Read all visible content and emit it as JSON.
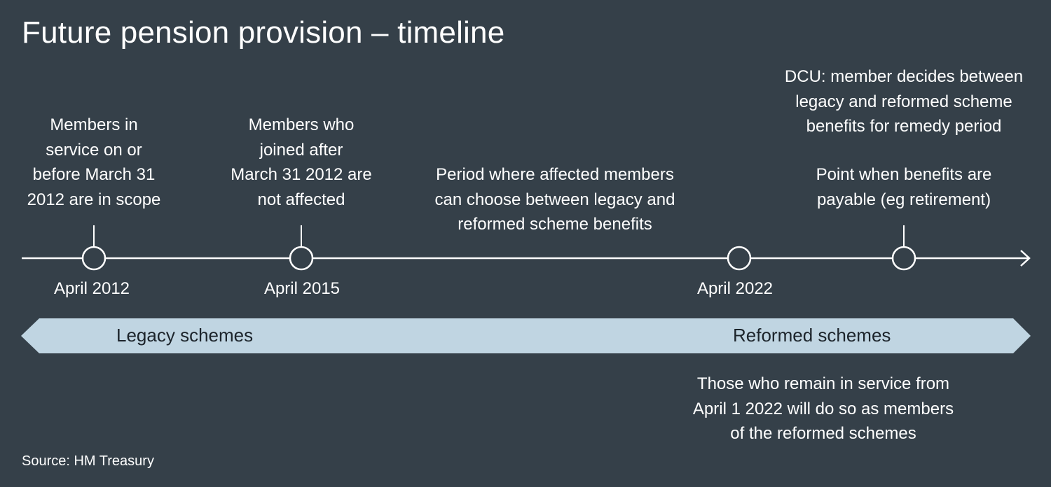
{
  "title": "Future pension provision – timeline",
  "source": "Source: HM Treasury",
  "annotations": {
    "april2012": "Members in\nservice on or\nbefore March 31\n2012 are in scope",
    "april2015": "Members who\njoined after\nMarch 31 2012 are\nnot affected",
    "period": "Period where affected members\ncan choose between legacy and\nreformed scheme benefits",
    "dcu": "DCU: member decides between\nlegacy and reformed scheme\nbenefits for remedy period",
    "payable": "Point when benefits are\npayable (eg retirement)",
    "reformed_from_2022": "Those who remain in service from\nApril 1 2022 will do so as members\nof the reformed schemes"
  },
  "milestones": [
    {
      "label": "April 2012"
    },
    {
      "label": "April 2015"
    },
    {
      "label": "April 2022"
    },
    {
      "label": ""
    }
  ],
  "bands": {
    "legacy": "Legacy schemes",
    "reformed": "Reformed schemes"
  },
  "colors": {
    "background": "#354049",
    "band": "#c0d5e2",
    "band_text": "#1c242b",
    "line": "#ffffff"
  }
}
